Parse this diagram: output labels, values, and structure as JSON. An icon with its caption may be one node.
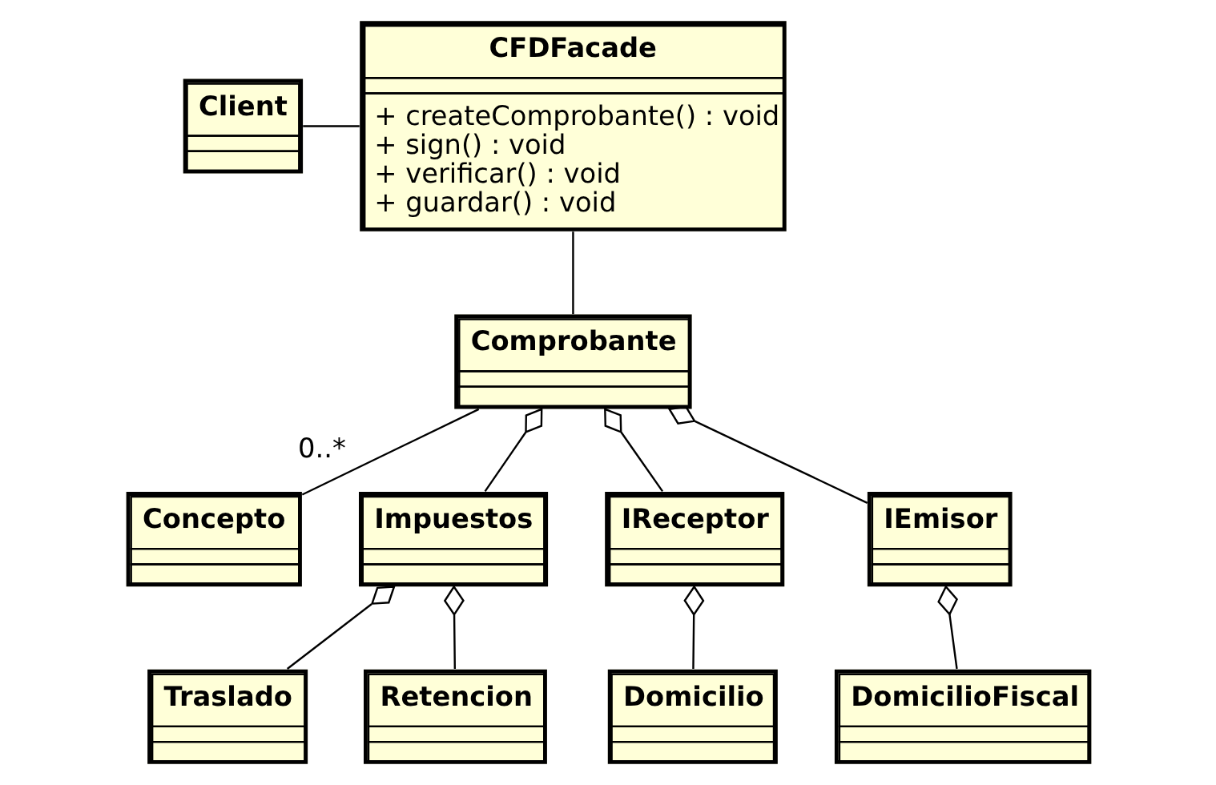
{
  "diagram": {
    "nodes": [
      {
        "text": [
          "Client"
        ]
      },
      {
        "text": [
          "CFDFacade",
          "+ createComprobante() : void",
          "+ sign() : void",
          "+ verificar() : void",
          "+ guardar() : void"
        ]
      },
      {
        "text": [
          "Comprobante"
        ]
      },
      {
        "text": [
          "Concepto"
        ]
      },
      {
        "text": [
          "Impuestos"
        ]
      },
      {
        "text": [
          "IReceptor"
        ]
      },
      {
        "text": [
          "IEmisor"
        ]
      },
      {
        "text": [
          "Traslado"
        ]
      },
      {
        "text": [
          "Retencion"
        ]
      },
      {
        "text": [
          "Domicilio"
        ]
      },
      {
        "text": [
          "DomicilioFiscal"
        ]
      }
    ],
    "edges": [
      {
        "from": 0,
        "to": 1,
        "arrow": "none"
      },
      {
        "from": 1,
        "to": 2,
        "arrow": "none"
      },
      {
        "from": 2,
        "to": 3,
        "arrow": "none",
        "label": "0..*"
      },
      {
        "from": 2,
        "to": 4,
        "arrow": "other"
      },
      {
        "from": 2,
        "to": 5,
        "arrow": "other"
      },
      {
        "from": 2,
        "to": 6,
        "arrow": "other"
      },
      {
        "from": 4,
        "to": 7,
        "arrow": "other"
      },
      {
        "from": 4,
        "to": 8,
        "arrow": "other"
      },
      {
        "from": 5,
        "to": 9,
        "arrow": "other"
      },
      {
        "from": 6,
        "to": 10,
        "arrow": "other"
      }
    ]
  }
}
